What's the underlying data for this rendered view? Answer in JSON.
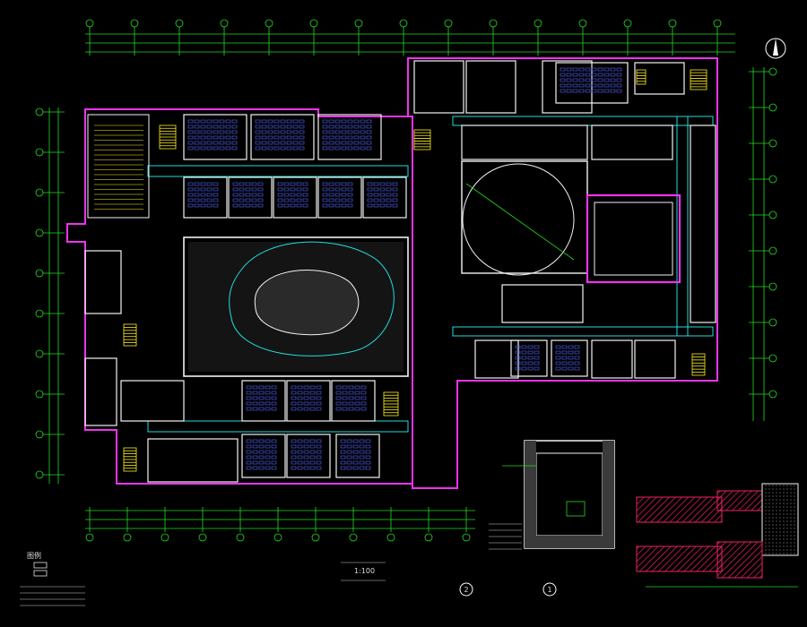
{
  "drawing": {
    "background": "#000000",
    "colors": {
      "axis_green": "#22dd22",
      "wall_magenta": "#ee33ee",
      "wall_white": "#f2f2f2",
      "furniture_blue": "#5566ff",
      "yellow": "#ffee22",
      "cyan": "#22dddd",
      "red": "#ff3333",
      "hatch_red": "#ee2266",
      "text_grey": "#dddddd"
    },
    "icons": [
      "north-arrow-icon",
      "section-marker-icon"
    ]
  },
  "title_block": {
    "scale": "1:100",
    "detail_1_marker": "1",
    "detail_2_marker": "2",
    "legend_title": "图例"
  }
}
